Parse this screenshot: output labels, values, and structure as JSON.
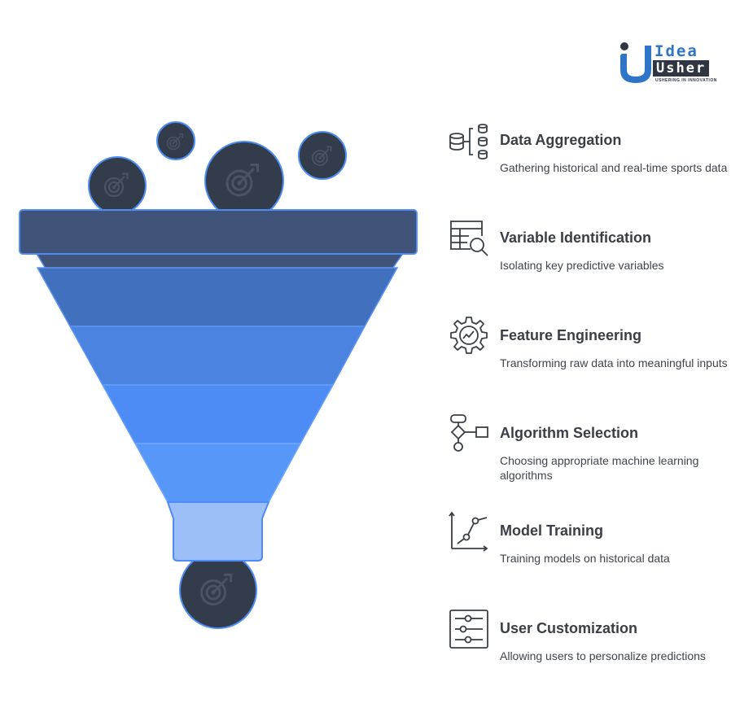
{
  "logo": {
    "line1": "Idea",
    "line2": "Usher",
    "tagline": "USHERING IN INNOVATION"
  },
  "colors": {
    "funnel_layers": [
      "#3f5478",
      "#4170bf",
      "#4a84e0",
      "#4d8cf4",
      "#5797f8",
      "#9cbff9"
    ],
    "ball_fill": "#333c4a",
    "ball_stroke": "#4d8cf4",
    "text_dark": "#3a3f47"
  },
  "steps": [
    {
      "icon": "database-icon",
      "title": "Data Aggregation",
      "desc": "Gathering historical and real-time sports data"
    },
    {
      "icon": "table-search-icon",
      "title": "Variable Identification",
      "desc": "Isolating key predictive variables"
    },
    {
      "icon": "gear-chart-icon",
      "title": "Feature Engineering",
      "desc": "Transforming raw data into meaningful inputs"
    },
    {
      "icon": "flowchart-icon",
      "title": "Algorithm Selection",
      "desc": "Choosing appropriate machine learning algorithms"
    },
    {
      "icon": "line-chart-icon",
      "title": "Model Training",
      "desc": "Training models on historical data"
    },
    {
      "icon": "sliders-icon",
      "title": "User Customization",
      "desc": "Allowing users to personalize predictions"
    }
  ]
}
